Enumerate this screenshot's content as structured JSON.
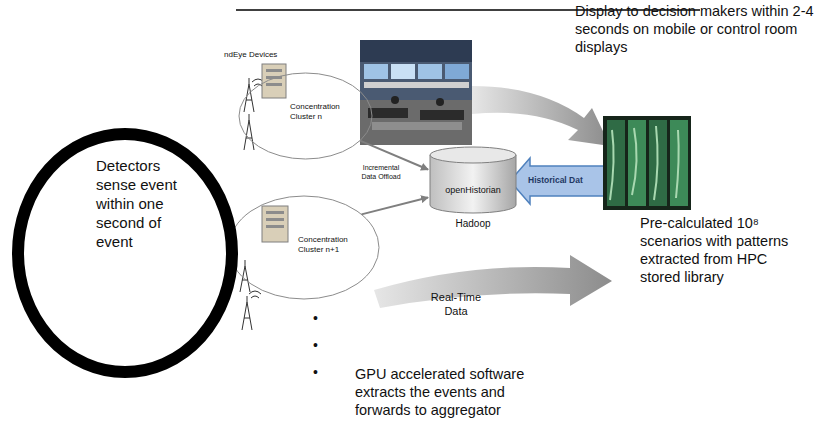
{
  "diagram": {
    "nodes": [
      {
        "text": [
          "Detectors sense event within one second of event"
        ]
      },
      {
        "text": [
          "Concentration Cluster n"
        ]
      },
      {
        "text": [
          "Concentration Cluster n+1"
        ]
      },
      {
        "text": [
          "openHistorian",
          "Hadoop"
        ]
      }
    ],
    "edges": [
      {
        "from": 1,
        "to": 3,
        "arrow": "to"
      },
      {
        "from": 2,
        "to": 3,
        "arrow": "to"
      }
    ],
    "labels": [
      "ndEye Devices",
      "Incremental Data Offload",
      "Historical Dat",
      "Real-Time Data",
      "Display to decision makers within 2-4 seconds on mobile or control room displays",
      "Pre-calculated 10⁸ scenarios with patterns extracted from HPC stored library",
      "•",
      "•",
      "•",
      "GPU accelerated software extracts the events and forwards to aggregator"
    ]
  }
}
